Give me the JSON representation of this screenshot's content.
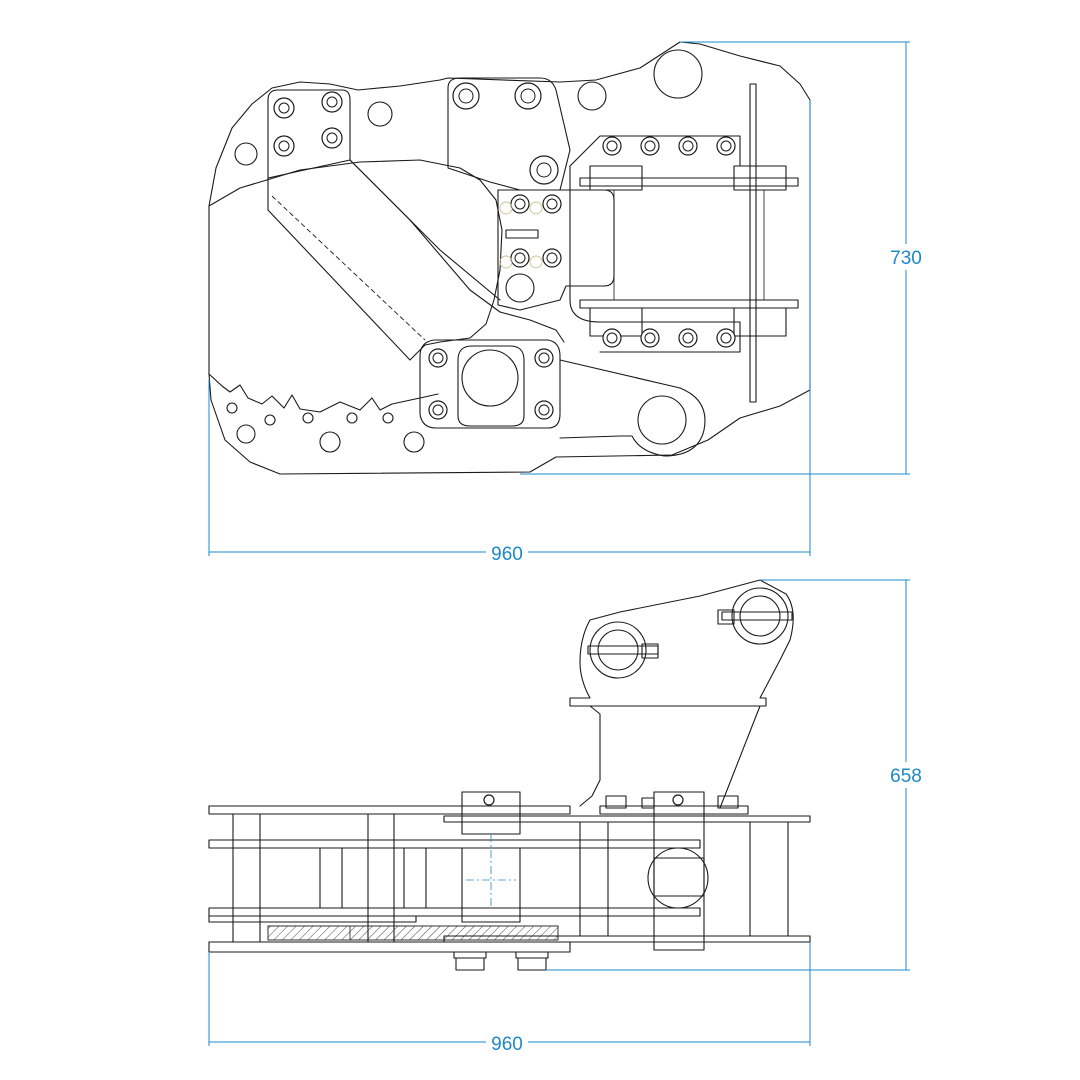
{
  "top_view": {
    "width_label": "960",
    "height_label": "730"
  },
  "side_view": {
    "width_label": "960",
    "height_label": "658"
  },
  "colors": {
    "line": "#1a1a1a",
    "dimension": "#1e88c8",
    "background": "#ffffff"
  }
}
